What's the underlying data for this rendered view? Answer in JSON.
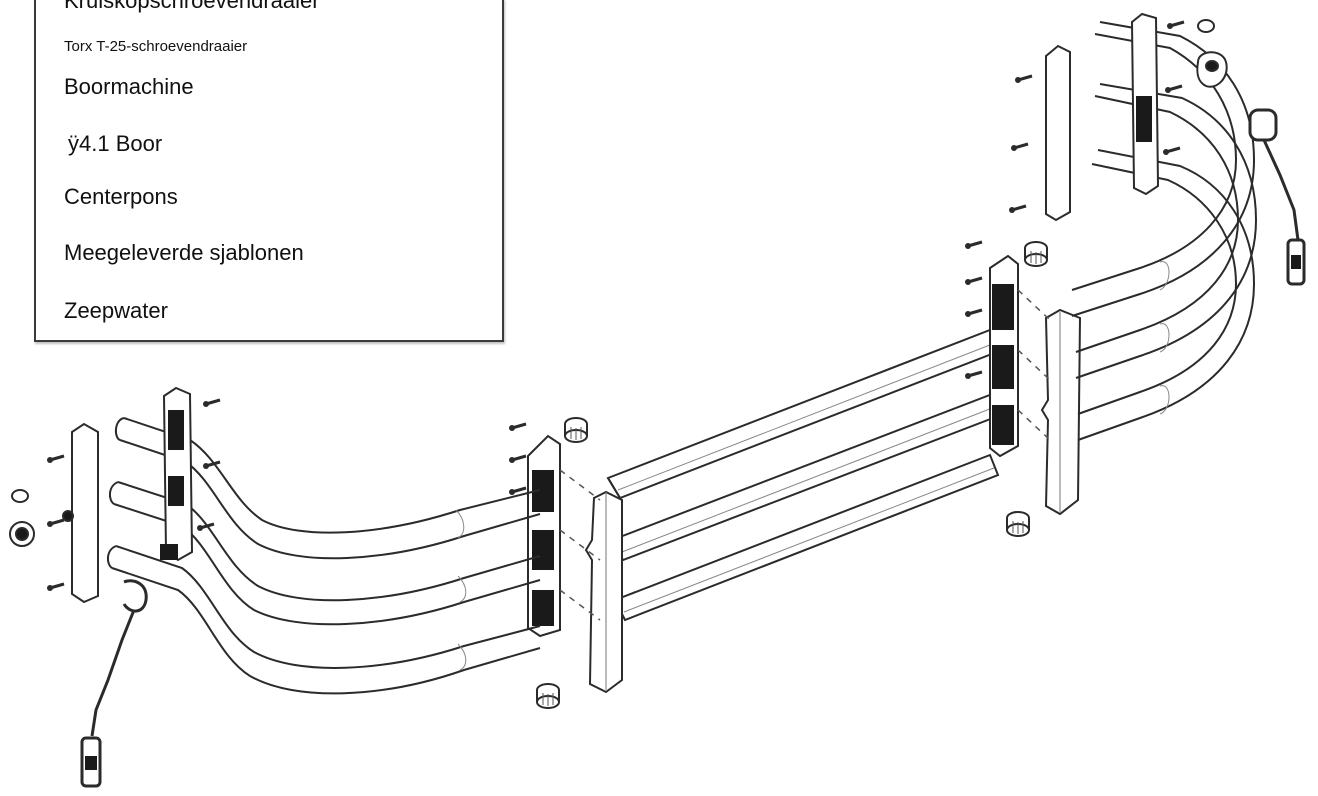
{
  "tools": {
    "title_cut": "Kruiskopschroevendraaier",
    "torx": "Torx  T-25-schroevendraaier",
    "drill": "Boormachine",
    "bit": "ÿ4.1  Boor",
    "punch": "Centerpons",
    "templates": "Meegeleverde  sjablonen",
    "soap": "Zeepwater"
  },
  "colors": {
    "line": "#2b2b2b",
    "fill": "#ffffff",
    "shade": "#d9d9d9",
    "dark": "#1a1a1a"
  }
}
